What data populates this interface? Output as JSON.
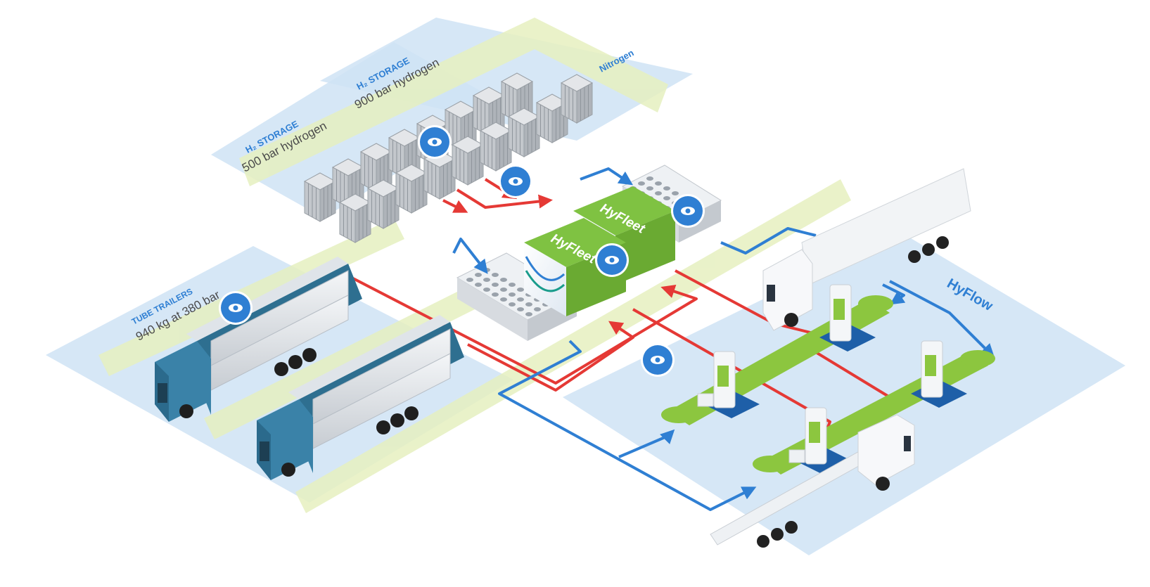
{
  "zones": {
    "storage_500": {
      "title": "H₂ STORAGE",
      "subtitle": "500 bar hydrogen"
    },
    "storage_900": {
      "title": "H₂ STORAGE",
      "subtitle": "900 bar hydrogen"
    },
    "nitrogen": {
      "title": "Nitrogen"
    },
    "tube_trailers": {
      "title": "TUBE TRAILERS",
      "subtitle": "940 kg at 380 bar"
    },
    "dispensing": {
      "title": "HyFlow"
    }
  },
  "compressors": [
    {
      "label": "HyFleet"
    },
    {
      "label": "HyFleet"
    }
  ],
  "view_markers": [
    {
      "icon": "eye-icon"
    },
    {
      "icon": "eye-icon"
    },
    {
      "icon": "eye-icon"
    },
    {
      "icon": "eye-icon"
    },
    {
      "icon": "eye-icon"
    },
    {
      "icon": "eye-icon"
    }
  ],
  "colors": {
    "hydrogen_line": "#e53935",
    "cooling_line": "#2f7fd3",
    "zone_fill": "#cfe3f5",
    "walkway": "#e6f0c0",
    "brand_green": "#8cc63f",
    "truck_teal": "#3a82a8"
  }
}
